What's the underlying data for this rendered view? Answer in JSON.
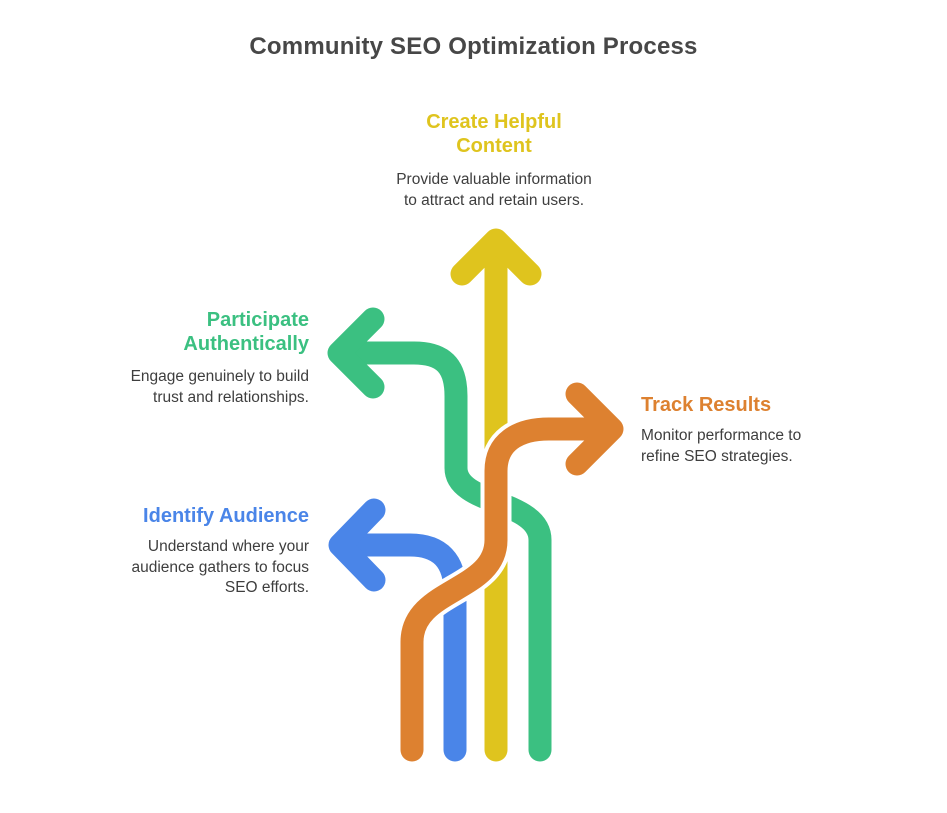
{
  "title": "Community SEO Optimization Process",
  "colors": {
    "background": "#FFFFFF",
    "title_text": "#474747",
    "body_text": "#3E3E3E",
    "arrow_casing": "#FFFFFF",
    "yellow": "#DFC41E",
    "green": "#3BC081",
    "orange": "#DD8130",
    "blue": "#4A85E8"
  },
  "steps": [
    {
      "id": "create-helpful-content",
      "title_lines": [
        "Create Helpful",
        "Content"
      ],
      "description_lines": [
        "Provide valuable information",
        "to attract and retain users."
      ],
      "color": "#DFC41E",
      "arrow_direction": "up"
    },
    {
      "id": "participate-authentically",
      "title_lines": [
        "Participate",
        "Authentically"
      ],
      "description_lines": [
        "Engage genuinely to build",
        "trust and relationships."
      ],
      "color": "#3BC081",
      "arrow_direction": "left"
    },
    {
      "id": "track-results",
      "title_lines": [
        "Track Results"
      ],
      "description_lines": [
        "Monitor performance to",
        "refine SEO strategies."
      ],
      "color": "#DD8130",
      "arrow_direction": "right"
    },
    {
      "id": "identify-audience",
      "title_lines": [
        "Identify Audience"
      ],
      "description_lines": [
        "Understand where your",
        "audience gathers to focus",
        "SEO efforts."
      ],
      "color": "#4A85E8",
      "arrow_direction": "left"
    }
  ]
}
